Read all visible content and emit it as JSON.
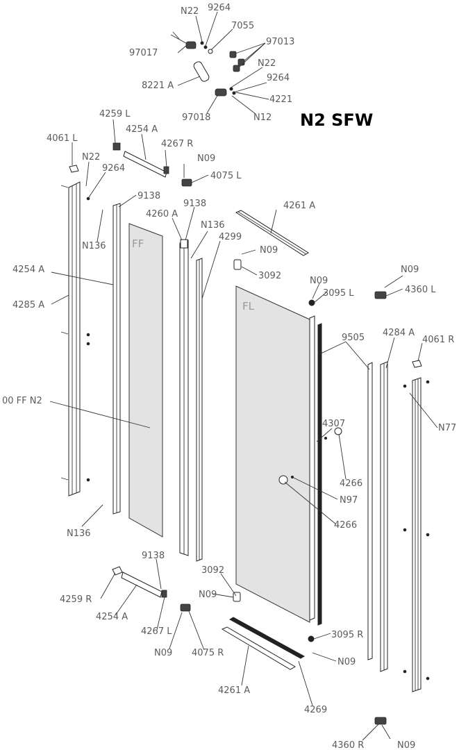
{
  "title": "N2 SFW",
  "glass": {
    "fixed": "FF",
    "moving": "FL"
  },
  "labels": {
    "n22_top": "N22",
    "p9264_top": "9264",
    "p7055": "7055",
    "p97013": "97013",
    "p97017": "97017",
    "n22_mid": "N22",
    "p9264_mid": "9264",
    "p8221": "8221 A",
    "p4221": "4221",
    "p97018": "97018",
    "n12": "N12",
    "p4259l": "4259 L",
    "p4254a_top": "4254 A",
    "p4061l": "4061 L",
    "p4267r": "4267 R",
    "n22_left": "N22",
    "n09_top": "N09",
    "p9264_left": "9264",
    "p4075l": "4075 L",
    "p9138_a": "9138",
    "p9138_b": "9138",
    "p4260a": "4260 A",
    "p4261a_top": "4261 A",
    "n136_a": "N136",
    "n136_b": "N136",
    "p4299": "4299",
    "n09_b": "N09",
    "p3092_top": "3092",
    "n09_c": "N09",
    "p4254a_left": "4254 A",
    "n09_d": "N09",
    "p4360l": "4360 L",
    "p3095l": "3095 L",
    "p4285a": "4285 A",
    "p9505": "9505",
    "p4284a": "4284 A",
    "p4061r": "4061 R",
    "p00ffn2": "00 FF N2",
    "n77": "N77",
    "p4307": "4307",
    "p4266_a": "4266",
    "n97": "N97",
    "p4266_b": "4266",
    "n136_c": "N136",
    "p9138_c": "9138",
    "p3092_bot": "3092",
    "n09_e": "N09",
    "p4259r": "4259 R",
    "p4254a_bot": "4254 A",
    "p4267l": "4267 L",
    "n09_f": "N09",
    "p4075r": "4075 R",
    "p3095r": "3095 R",
    "n09_g": "N09",
    "p4261a_bot": "4261 A",
    "p4269": "4269",
    "p4360r": "4360 R",
    "n09_h": "N09"
  }
}
